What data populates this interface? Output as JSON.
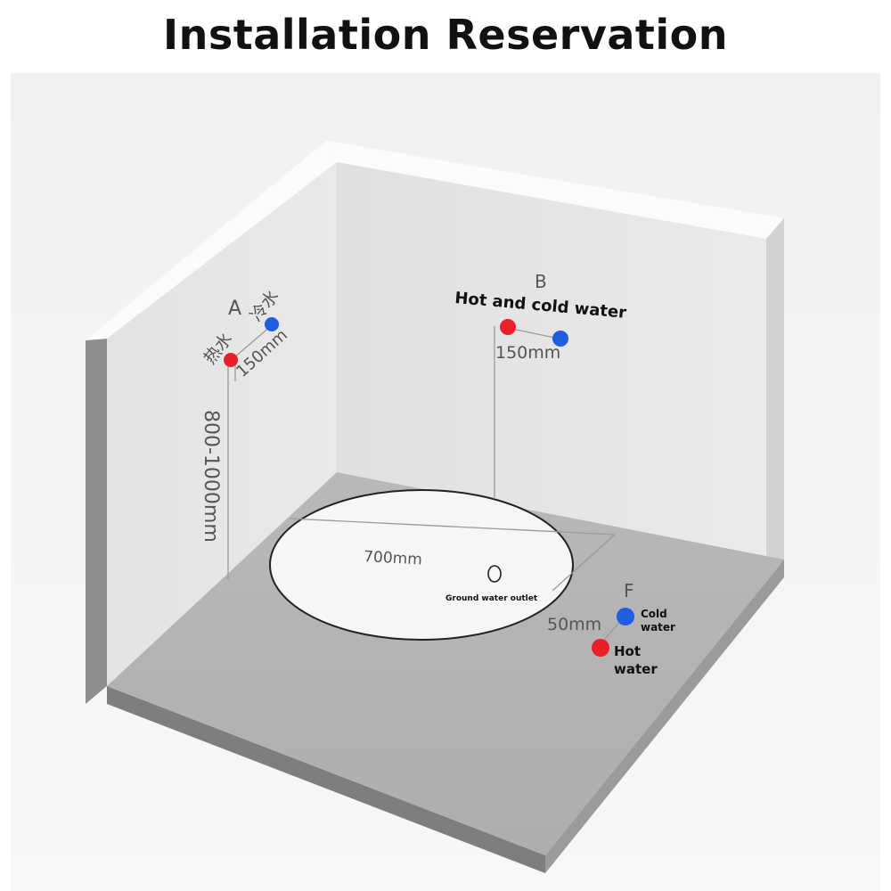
{
  "title": "Installation Reservation",
  "colors": {
    "hot": "#e8202a",
    "cold": "#1f5ee0",
    "wall": "#e6e6e6",
    "floor": "#b4b4b4"
  },
  "point_a": {
    "letter": "A",
    "cold_label": "冷水",
    "hot_label": "热水",
    "spacing": "150mm",
    "height": "800-1000mm"
  },
  "point_b": {
    "letter": "B",
    "label": "Hot and cold water",
    "spacing": "150mm"
  },
  "point_f": {
    "letter": "F",
    "spacing": "50mm",
    "cold_label_1": "Cold",
    "cold_label_2": "water",
    "hot_label_1": "Hot",
    "hot_label_2": "water"
  },
  "basin": {
    "diameter": "700mm",
    "outlet_label": "Ground water outlet"
  }
}
